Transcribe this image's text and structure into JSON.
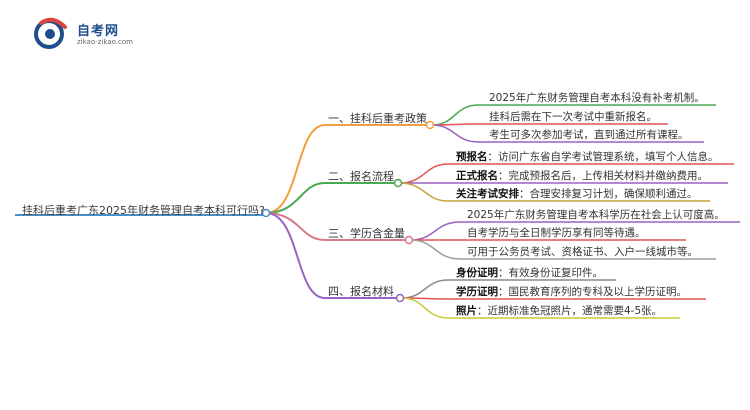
{
  "logo": {
    "name": "自考网",
    "url": "zikao-zikao.com"
  },
  "root": {
    "label": "挂科后重考广东2025年财务管理自考本科可行吗?"
  },
  "branches": [
    {
      "label": "一、挂科后重考政策",
      "color": "#f0a13c",
      "leaves": [
        {
          "bold": "",
          "text": "2025年广东财务管理自考本科没有补考机制。",
          "color": "#49a852"
        },
        {
          "bold": "",
          "text": "挂科后需在下一次考试中重新报名。",
          "color": "#e45454"
        },
        {
          "bold": "",
          "text": "考生可多次参加考试，直到通过所有课程。",
          "color": "#9a62c4"
        }
      ]
    },
    {
      "label": "二、报名流程",
      "color": "#49a852",
      "leaves": [
        {
          "bold": "预报名",
          "text": "：访问广东省自学考试管理系统，填写个人信息。",
          "color": "#e45454"
        },
        {
          "bold": "正式报名",
          "text": "：完成预报名后，上传相关材料并缴纳费用。",
          "color": "#9a62c4"
        },
        {
          "bold": "关注考试安排",
          "text": "：合理安排复习计划，确保顺利通过。",
          "color": "#c9a43a"
        }
      ]
    },
    {
      "label": "三、学历含金量",
      "color": "#d87a8a",
      "leaves": [
        {
          "bold": "",
          "text": "2025年广东财务管理自考本科学历在社会上认可度高。",
          "color": "#9a62c4"
        },
        {
          "bold": "",
          "text": "自考学历与全日制学历享有同等待遇。",
          "color": "#e45454"
        },
        {
          "bold": "",
          "text": "可用于公务员考试、资格证书、入户一线城市等。",
          "color": "#9e9e9e"
        }
      ]
    },
    {
      "label": "四、报名材料",
      "color": "#9a62c4",
      "leaves": [
        {
          "bold": "身份证明",
          "text": "：有效身份证复印件。",
          "color": "#8a8a8a"
        },
        {
          "bold": "学历证明",
          "text": "：国民教育序列的专科及以上学历证明。",
          "color": "#e45454"
        },
        {
          "bold": "照片",
          "text": "：近期标准免冠照片，通常需要4-5张。",
          "color": "#c9c93a"
        }
      ]
    }
  ],
  "colors": {
    "root_line": "#4a90c8",
    "logo_blue": "#1f4e8c",
    "logo_red": "#d9463c"
  }
}
